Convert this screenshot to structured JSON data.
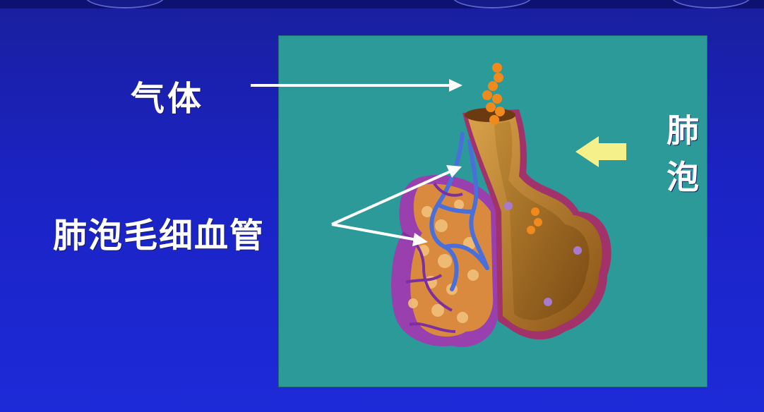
{
  "labels": {
    "gas": "气体",
    "alveolar_capillary": "肺泡毛细血管",
    "alveolus": "肺泡"
  },
  "colors": {
    "background": "#1b23c4",
    "panel": "#2b9a98",
    "alveolus_wall": "#b7791f",
    "capillary_blue": "#4a6fd8",
    "capillary_purple": "#8a3aa8",
    "gas_particle": "#f08a1c",
    "pointer_arrow": "#f6f08a"
  },
  "icons": [
    "arrow-right-icon",
    "arrow-left-icon"
  ]
}
